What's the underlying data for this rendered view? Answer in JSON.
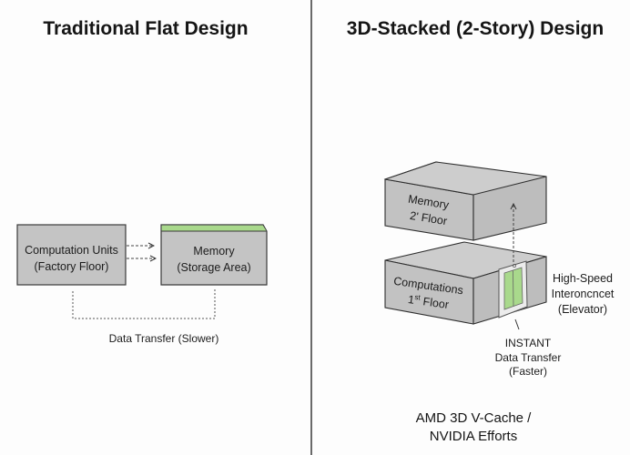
{
  "titles": {
    "left": "Traditional Flat Design",
    "right": "3D-Stacked (2-Story) Design"
  },
  "flat": {
    "compute_box": {
      "line1": "Computation Units",
      "line2": "(Factory Floor)"
    },
    "memory_box": {
      "line1": "Memory",
      "line2": "(Storage Area)"
    },
    "transfer_label": "Data Transfer (Slower)"
  },
  "stacked": {
    "memory_block": {
      "line1": "Memory",
      "line2": "2' Floor"
    },
    "compute_block": {
      "line1": "Computations",
      "line2_num": "1",
      "line2_sup": "st",
      "line2_rest": " Floor"
    },
    "elevator_label": {
      "line1": "High-Speed",
      "line2": "Interoncncet",
      "line3": "(Elevator)"
    },
    "instant_label": {
      "line1": "INSTANT",
      "line2": "Data Transfer",
      "line3": "(Faster)"
    },
    "vendor_label": {
      "line1": "AMD 3D V-Cache /",
      "line2": "NVIDIA Efforts"
    }
  },
  "colors": {
    "box_fill": "#c4c4c4",
    "box_top": "#cfcfcf",
    "box_side": "#b8b8b8",
    "accent_green": "#a9d98c",
    "outline": "#3a3a3a"
  }
}
